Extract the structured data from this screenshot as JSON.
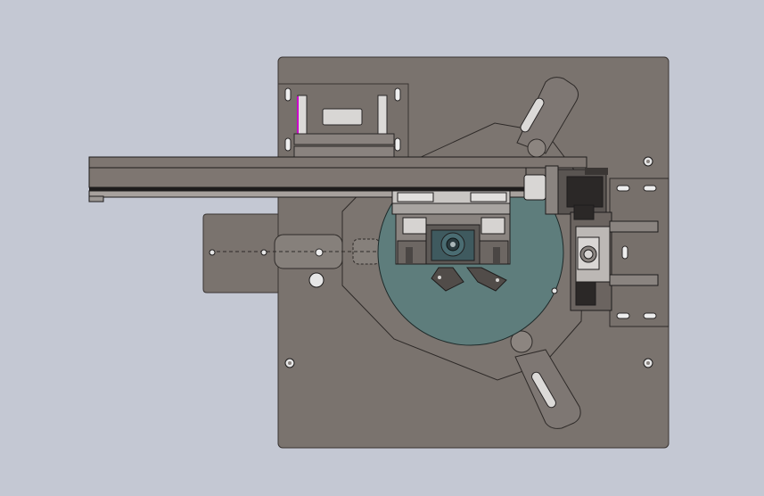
{
  "scene": {
    "background": "#c4c8d3",
    "colors": {
      "plate": "#7a736e",
      "plate_edge": "#3a3533",
      "rail": "#7e7671",
      "rail_dark": "#1e1c1c",
      "rotary_disc": "#5e7d7c",
      "metal_light": "#c9c6c3",
      "metal_mid": "#9c9794",
      "highlight": "#c800c8"
    },
    "icons": {
      "base_plate": "base-plate-shape",
      "linear_rail": "linear-rail-shape",
      "rotary_table": "rotary-table-shape",
      "gripper": "gripper-shape",
      "bolt_hole": "circle-hole-shape"
    }
  }
}
